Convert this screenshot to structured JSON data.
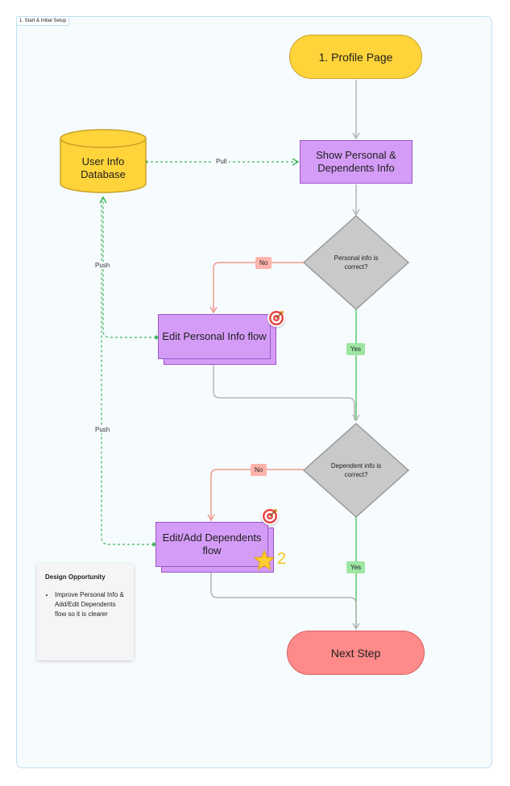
{
  "section": {
    "label": "1. Start & Initial Setup"
  },
  "nodes": {
    "start": "1. Profile Page",
    "show_info": "Show Personal & Dependents Info",
    "database": "User Info Database",
    "decision_personal": "Personal info is correct?",
    "edit_personal": "Edit Personal Info flow",
    "decision_dependent": "Dependent info is correct?",
    "edit_dependents": "Edit/Add Dependents flow",
    "end": "Next Step"
  },
  "edge_labels": {
    "pull": "Pull",
    "push_personal": "Push",
    "push_dependents": "Push",
    "no_personal": "No",
    "yes_personal": "Yes",
    "no_dependent": "No",
    "yes_dependent": "Yes"
  },
  "note": {
    "title": "Design Opportunity",
    "items": [
      "Improve Personal Info & Add/Edit Dependents flow so it is clearer"
    ]
  },
  "badges": {
    "target_icon": "target-icon",
    "star_icon": "star-icon",
    "star_count": "2"
  },
  "colors": {
    "start_fill": "#ffd43b",
    "process_fill": "#d49cf7",
    "decision_fill": "#c9c9c9",
    "end_fill": "#ff8a8a",
    "flow_gray": "#b5b5b5",
    "no_red": "#f29a90",
    "yes_green": "#58c866",
    "data_green": "#3fb55a"
  }
}
